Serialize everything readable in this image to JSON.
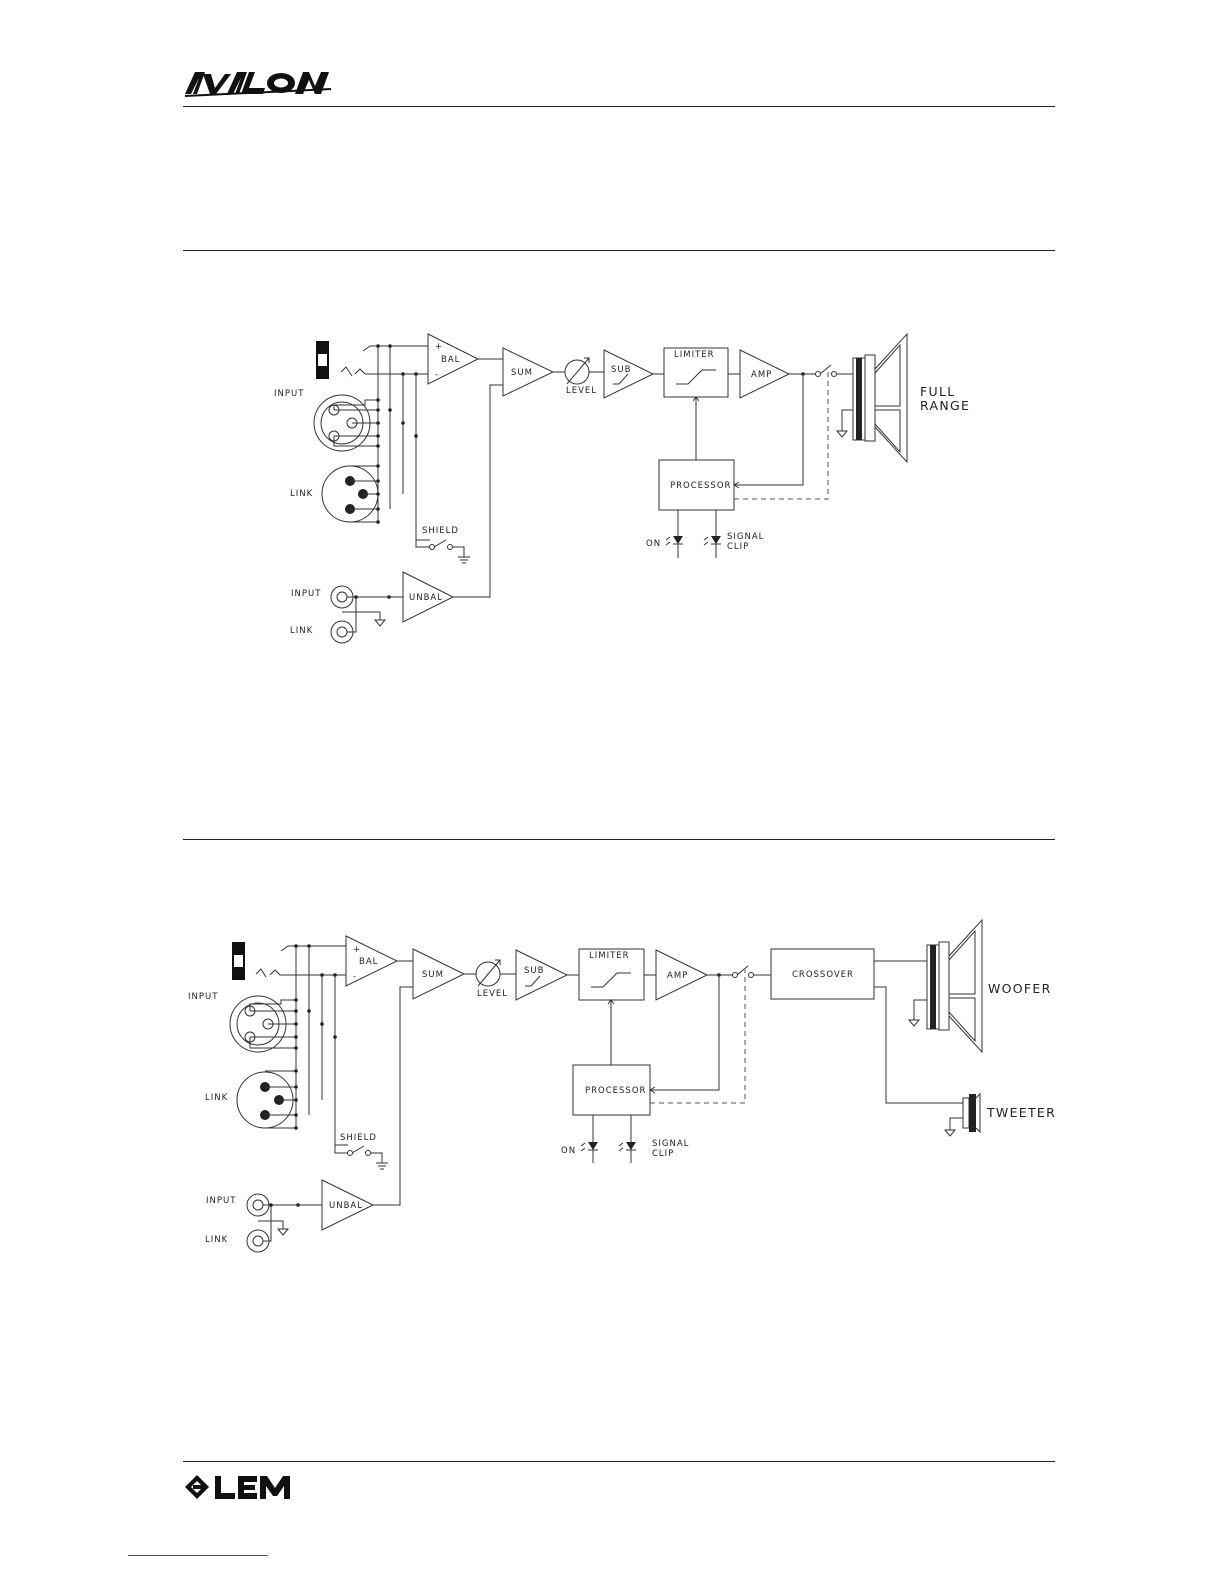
{
  "header": {
    "brand": "AVALON"
  },
  "footer": {
    "brand": "LEM"
  },
  "diagram1": {
    "labels": {
      "input_xlr": "INPUT",
      "link_xlr": "LINK",
      "bal": "BAL",
      "plus": "+",
      "minus": "-",
      "sum": "SUM",
      "level": "LEVEL",
      "sub": "SUB",
      "limiter": "LIMITER",
      "amp": "AMP",
      "processor": "PROCESSOR",
      "shield": "SHIELD",
      "on": "ON",
      "signal": "SIGNAL",
      "clip": "CLIP",
      "unbal": "UNBAL",
      "input_jack": "INPUT",
      "link_jack": "LINK",
      "full": "FULL",
      "range": "RANGE"
    }
  },
  "diagram2": {
    "labels": {
      "input_xlr": "INPUT",
      "link_xlr": "LINK",
      "bal": "BAL",
      "plus": "+",
      "minus": "-",
      "sum": "SUM",
      "level": "LEVEL",
      "sub": "SUB",
      "limiter": "LIMITER",
      "amp": "AMP",
      "crossover": "CROSSOVER",
      "processor": "PROCESSOR",
      "shield": "SHIELD",
      "on": "ON",
      "signal": "SIGNAL",
      "clip": "CLIP",
      "unbal": "UNBAL",
      "input_jack": "INPUT",
      "link_jack": "LINK",
      "woofer": "WOOFER",
      "tweeter": "TWEETER"
    }
  }
}
